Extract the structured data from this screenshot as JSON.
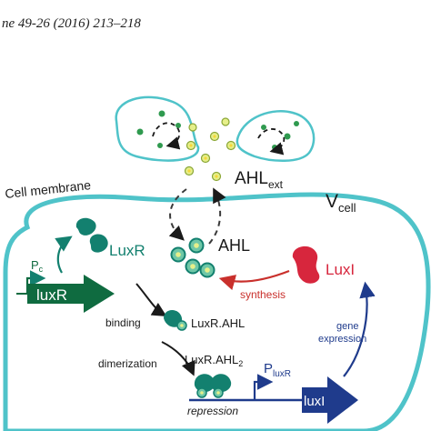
{
  "header": {
    "citation": "ne 49-26 (2016) 213–218"
  },
  "labels": {
    "cell_membrane": "Cell membrane",
    "ahl_ext_main": "AHL",
    "ahl_ext_sub": "ext",
    "v_cell_main": "V",
    "v_cell_sub": "cell",
    "ahl": "AHL",
    "luxr_protein": "LuxR",
    "pc_main": "P",
    "pc_sub": "c",
    "luxr_gene": "luxR",
    "binding": "binding",
    "luxr_ahl": "LuxR.AHL",
    "dimerization": "dimerization",
    "luxr_ahl2_main": "LuxR.AHL",
    "luxr_ahl2_sub": "2",
    "repression": "repression",
    "pluxr_main": "P",
    "pluxr_sub": "luxR",
    "luxi_gene": "luxI",
    "luxi_protein": "LuxI",
    "synthesis": "synthesis",
    "gene_expression_line1": "gene",
    "gene_expression_line2": "expression"
  },
  "colors": {
    "membrane": "#4fc3c9",
    "luxr_teal": "#13806f",
    "luxr_dark_green": "#0f6b40",
    "luxi_red": "#d7263d",
    "synthesis_red": "#c9302c",
    "gene_blue": "#1f3b8c",
    "ahl_ext_yellow": "#e6ef8a",
    "text_dark": "#1a1a1a"
  }
}
